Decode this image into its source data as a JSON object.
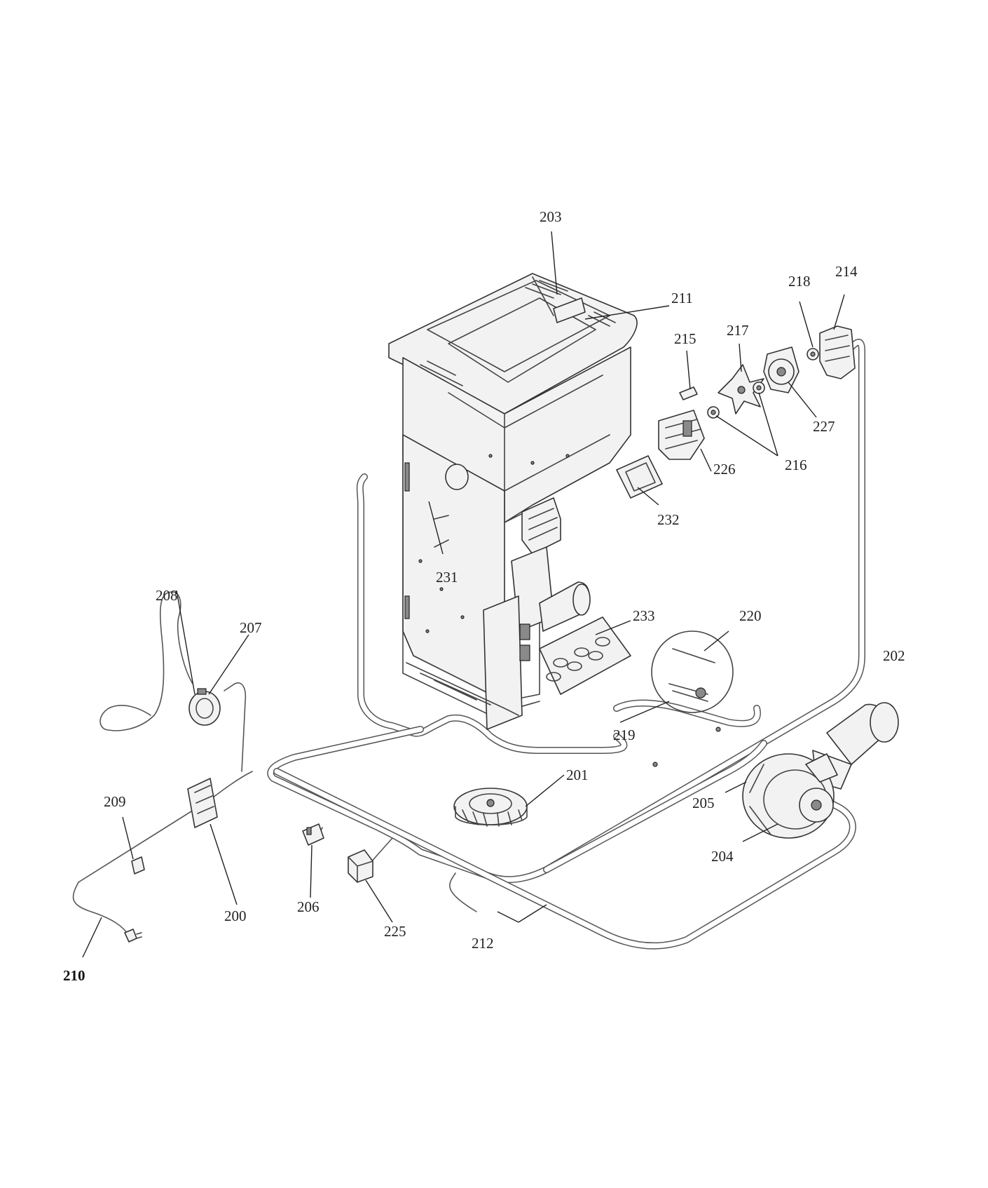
{
  "callouts": {
    "c200": "200",
    "c201": "201",
    "c202": "202",
    "c203": "203",
    "c204": "204",
    "c205": "205",
    "c206": "206",
    "c207": "207",
    "c208": "208",
    "c209": "209",
    "c210": "210",
    "c211": "211",
    "c212": "212",
    "c214": "214",
    "c215": "215",
    "c216": "216",
    "c217": "217",
    "c218": "218",
    "c219": "219",
    "c220": "220",
    "c225": "225",
    "c226": "226",
    "c227": "227",
    "c231": "231",
    "c232": "232",
    "c233": "233"
  },
  "colors": {
    "line": "#444444",
    "fill": "#f2f2f2",
    "background": "#ffffff"
  }
}
